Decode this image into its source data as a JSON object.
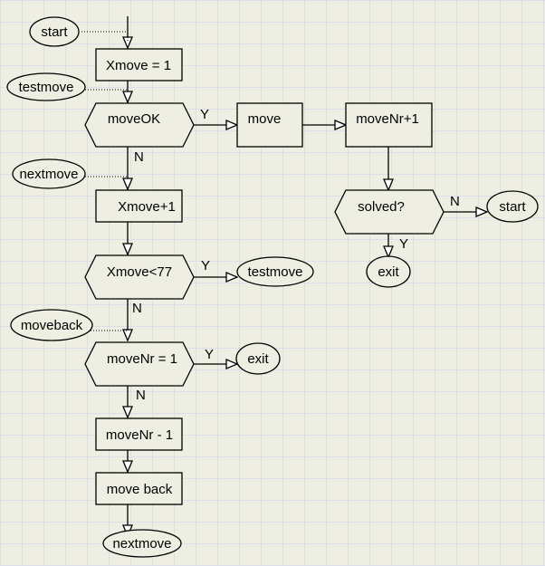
{
  "flowchart": {
    "left_column": {
      "start_label": "start",
      "xmove_init": "Xmove = 1",
      "testmove_label": "testmove",
      "moveok_decision": "moveOK",
      "nextmove_label": "nextmove",
      "xmove_inc": "Xmove+1",
      "xmove_lt_decision": "Xmove<77",
      "moveback_label": "moveback",
      "movenr_eq_decision": "moveNr = 1",
      "movenr_dec": "moveNr - 1",
      "move_back": "move back",
      "nextmove_end": "nextmove"
    },
    "right_column": {
      "move_box": "move",
      "movenr_inc": "moveNr+1",
      "solved_decision": "solved?",
      "start_terminal": "start",
      "exit_terminal": "exit"
    },
    "branches": {
      "testmove_terminal": "testmove",
      "exit_terminal": "exit"
    },
    "edge_labels": {
      "moveok_yes": "Y",
      "moveok_no": "N",
      "xmove_yes": "Y",
      "xmove_no": "N",
      "movenr_yes": "Y",
      "movenr_no": "N",
      "solved_no": "N",
      "solved_yes": "Y"
    }
  }
}
